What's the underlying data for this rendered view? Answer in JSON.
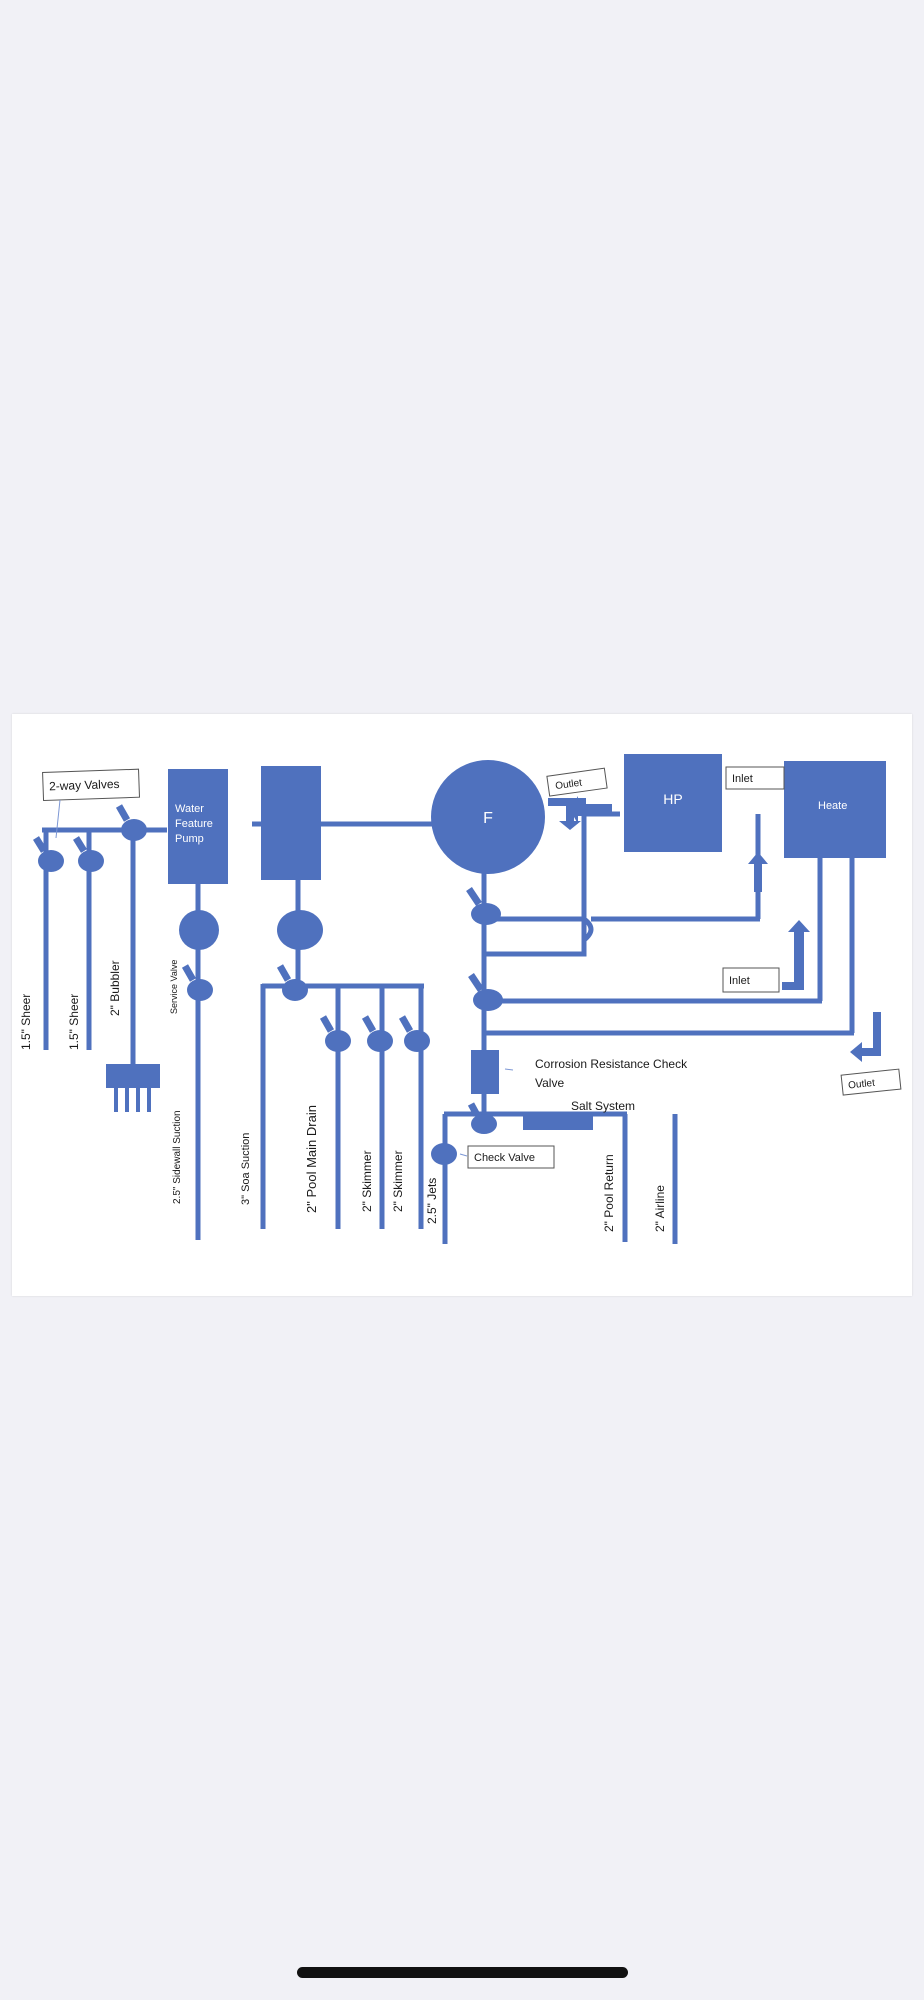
{
  "colors": {
    "page_background": "#f1f1f6",
    "sheet_background": "#ffffff",
    "pipe": "#4f71be",
    "label_text": "#1a1a1a",
    "component_text": "#ffffff",
    "home_indicator": "#111111"
  },
  "diagram": {
    "callouts": {
      "two_way_valves": "2-way Valves",
      "outlet_hp": "Outlet",
      "inlet_top": "Inlet",
      "inlet_lower": "Inlet",
      "outlet_right": "Outlet",
      "check_valve": "Check Valve"
    },
    "components": {
      "water_feature_pump": [
        "Water",
        "Feature",
        "Pump"
      ],
      "filter": "F",
      "heat_pump": "HP",
      "heater": "Heate"
    },
    "labels": {
      "corrosion_check_valve": [
        "Corrosion Resistance Check",
        "Valve"
      ],
      "salt_system": "Salt System",
      "service_valve": "Service Valve"
    },
    "lines": {
      "sheer_1": "1.5\" Sheer",
      "sheer_2": "1.5\" Sheer",
      "bubbler": "2\" Bubbler",
      "sidewall_suction": "2.5\" Sidewall Suction",
      "spa_suction": "3\" Soa Suction",
      "pool_main_drain": "2\" Pool Main Drain",
      "skimmer_1": "2\" Skimmer",
      "skimmer_2": "2\" Skimmer",
      "jets": "2.5\" Jets",
      "pool_return": "2\" Pool Return",
      "airline": "2\" Airline"
    }
  }
}
